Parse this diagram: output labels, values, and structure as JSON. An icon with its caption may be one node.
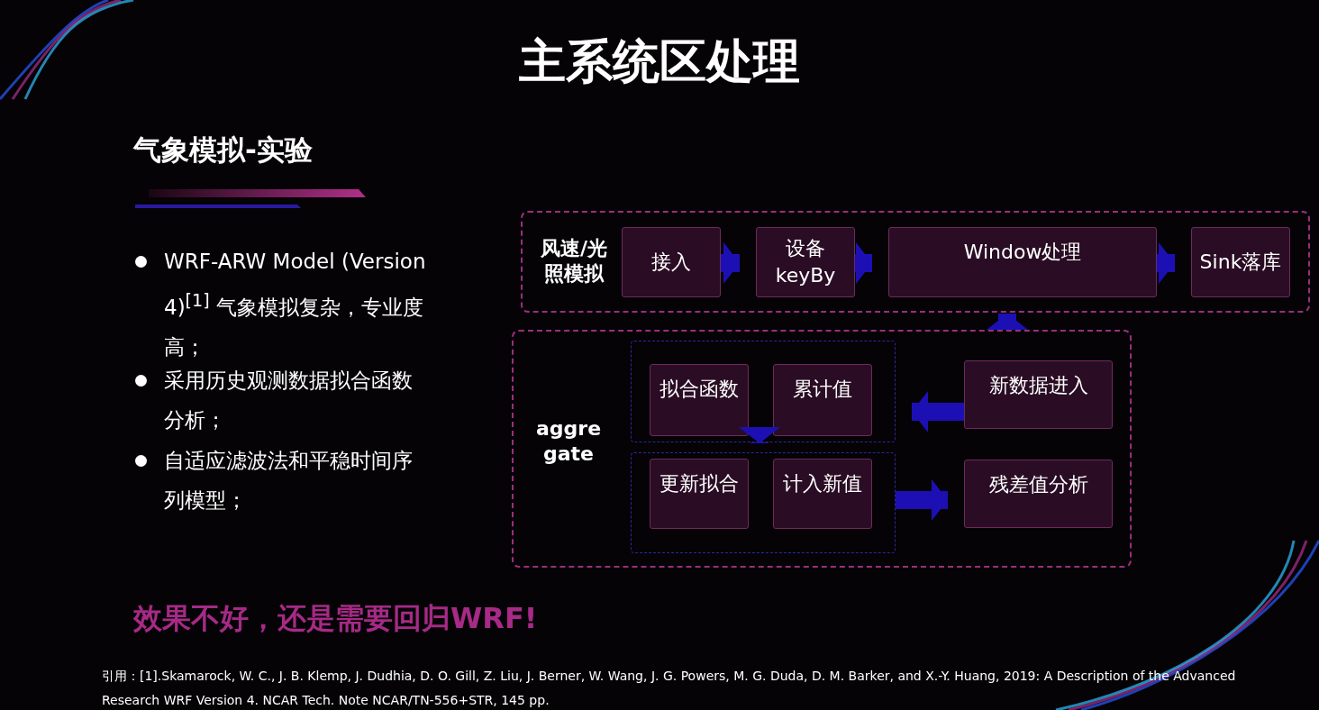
{
  "diagram": {
    "title": "主系统区处理",
    "nodes": [
      {
        "text": [
          "风速/光照模拟"
        ]
      },
      {
        "text": [
          "接入"
        ],
        "in": 0
      },
      {
        "text": [
          "设备 keyBy"
        ],
        "in": 0
      },
      {
        "text": [
          "Window处理"
        ],
        "in": 0
      },
      {
        "text": [
          "Sink落库"
        ],
        "in": 0
      },
      {
        "text": [
          "aggre gate"
        ]
      },
      {
        "text": [],
        "shape": "box",
        "in": 5
      },
      {
        "text": [
          "拟合函数"
        ],
        "in": 6
      },
      {
        "text": [
          "累计值"
        ],
        "in": 6
      },
      {
        "text": [],
        "shape": "box",
        "in": 5
      },
      {
        "text": [
          "更新拟合"
        ],
        "in": 9
      },
      {
        "text": [
          "计入新值"
        ],
        "in": 9
      },
      {
        "text": [
          "新数据进入"
        ],
        "in": 5
      },
      {
        "text": [
          "残差值分析"
        ],
        "in": 5
      }
    ],
    "edges": [
      {
        "from": 1,
        "to": 2,
        "arrow": "to"
      },
      {
        "from": 2,
        "to": 3,
        "arrow": "to"
      },
      {
        "from": 3,
        "to": 4,
        "arrow": "to"
      },
      {
        "from": 5,
        "to": 3,
        "arrow": "to"
      },
      {
        "from": 12,
        "to": 6,
        "arrow": "to"
      },
      {
        "from": 6,
        "to": 9,
        "arrow": "to"
      },
      {
        "from": 9,
        "to": 13,
        "arrow": "to"
      }
    ],
    "labels": [
      "气象模拟-实验",
      "WRF-ARW Model (Version 4)$^{[1]}$ 气象模拟复杂，专业度高；",
      "采用历史观测数据拟合函数分析；",
      "自适应滤波法和平稳时间序列模型；",
      "效果不好，还是需要回归WRF!",
      "引用：[1].Skamarock, W. C., J. B. Klemp, J. Dudhia, D. O. Gill, Z. Liu, J. Berner, W. Wang, J. G. Powers, M. G. Duda, D. M. Barker, and X.-Y. Huang, 2019: A Description of the Advanced Research WRF Version 4. NCAR Tech. Note NCAR/TN-556+STR, 145 pp."
    ]
  }
}
